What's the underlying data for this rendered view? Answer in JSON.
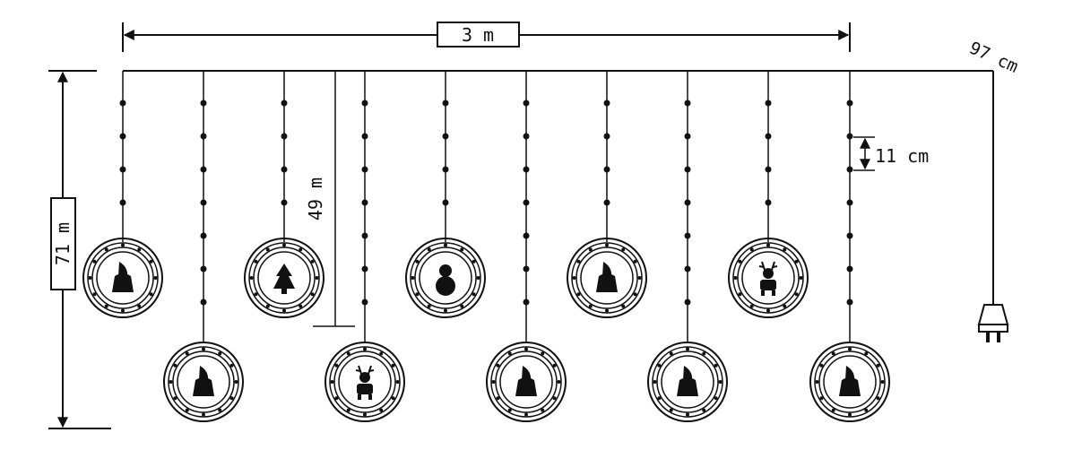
{
  "dimensions": {
    "width_label": "3 m",
    "cable_label": "97 cm",
    "drop_label": "49 m",
    "height_label": "71 m",
    "spacing_label": "11 cm"
  },
  "ornaments": {
    "upper_row": [
      "santa",
      "tree",
      "snowman",
      "santa",
      "reindeer"
    ],
    "lower_row": [
      "santa",
      "reindeer",
      "santa",
      "santa",
      "santa"
    ]
  },
  "colors": {
    "line": "#111111",
    "background": "#ffffff"
  },
  "icons": {
    "plug": "plug-icon"
  }
}
